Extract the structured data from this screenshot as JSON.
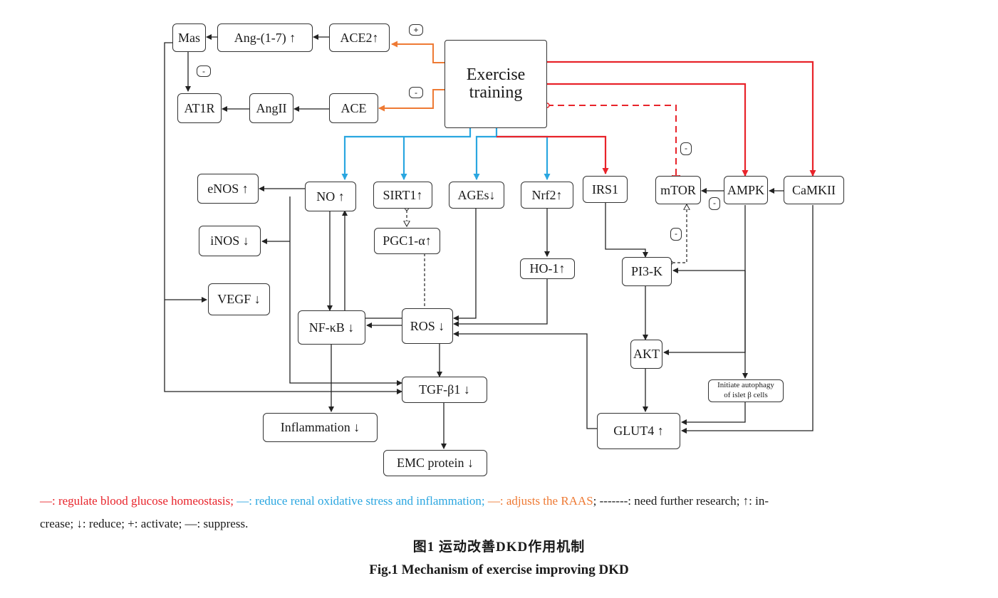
{
  "nodes": {
    "mas": "Mas",
    "ang17": "Ang-(1-7) ↑",
    "ace2": "ACE2↑",
    "at1r": "AT1R",
    "angii": "AngII",
    "ace": "ACE",
    "exercise": "Exercise training",
    "enos": "eNOS ↑",
    "inos": "iNOS ↓",
    "vegf": "VEGF ↓",
    "no": "NO ↑",
    "sirt1": "SIRT1↑",
    "ages": "AGEs↓",
    "nrf2": "Nrf2↑",
    "irs1": "IRS1",
    "mtor": "mTOR",
    "ampk": "AMPK",
    "camkii": "CaMKII",
    "pgc1a": "PGC1-α↑",
    "ho1": "HO-1↑",
    "pi3k": "PI3-K",
    "nfkb": "NF-κB ↓",
    "ros": "ROS ↓",
    "akt": "AKT",
    "autophagy": "Initiate autophagy of islet β cells",
    "tgfb1": "TGF-β1 ↓",
    "inflammation": "Inflammation ↓",
    "glut4": "GLUT4 ↑",
    "emc": "EMC protein ↓"
  },
  "signs": {
    "plus_ace2": "+",
    "minus_mas": "-",
    "minus_ace": "-",
    "minus_mtor": "-",
    "minus_ampk": "-",
    "minus_pi3k": "-"
  },
  "legend": {
    "red_mark": "—",
    "red_text": ": regulate blood glucose homeostasis;",
    "blue_mark": "—",
    "blue_text": ": reduce renal oxidative stress and inflammation;",
    "orange_mark": "—",
    "orange_text": ": adjusts the RAAS",
    "rest_line1": "; -------: need further research; ↑: in-",
    "line2": "crease; ↓: reduce; +: activate; —: suppress."
  },
  "caption": {
    "cn": "图1 运动改善DKD作用机制",
    "en": "Fig.1 Mechanism of exercise improving DKD"
  },
  "colors": {
    "glucose": "#e8232a",
    "oxidative": "#2aa6e0",
    "raas": "#ee7a34",
    "default": "#222222"
  }
}
